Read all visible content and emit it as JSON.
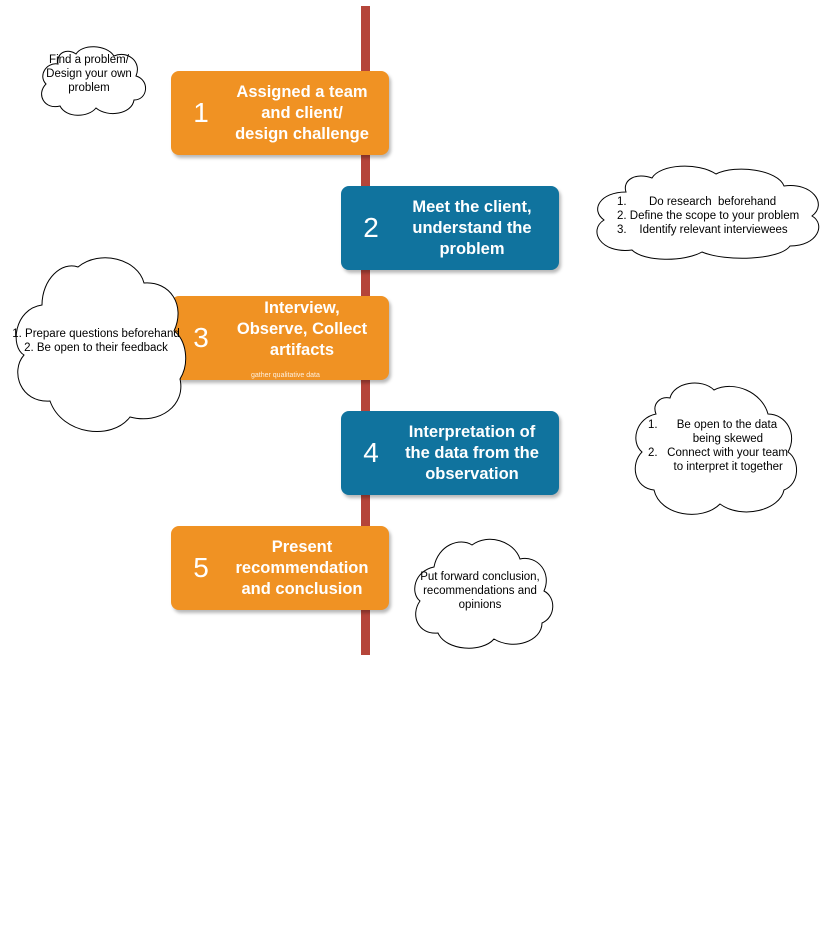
{
  "steps": [
    {
      "number": "1",
      "title": "Assigned a team\nand client/\ndesign challenge",
      "color": "#f09223"
    },
    {
      "number": "2",
      "title": "Meet the client,\nunderstand the\nproblem",
      "color": "#10739e"
    },
    {
      "number": "3",
      "title": "Interview,\nObserve, Collect\nartifacts",
      "note": "gather qualitative data",
      "color": "#f09223"
    },
    {
      "number": "4",
      "title": "Interpretation of\nthe data from the\nobservation",
      "color": "#10739e"
    },
    {
      "number": "5",
      "title": "Present\nrecommendation\nand conclusion",
      "color": "#f09223"
    }
  ],
  "clouds": [
    {
      "text": "Find a problem/\nDesign your own\nproblem"
    },
    {
      "text": "1.       Do research  beforehand\n2. Define the scope to your problem\n3.    Identify relevant interviewees"
    },
    {
      "text": "1. Prepare questions beforehand\n2. Be open to their feedback"
    },
    {
      "text": "1.      Be open to the data\n              being skewed\n2.   Connect with your team\n        to interpret it together"
    },
    {
      "text": "Put forward conclusion,\nrecommendations and\nopinions"
    }
  ],
  "timeline_color": "#b5453a"
}
